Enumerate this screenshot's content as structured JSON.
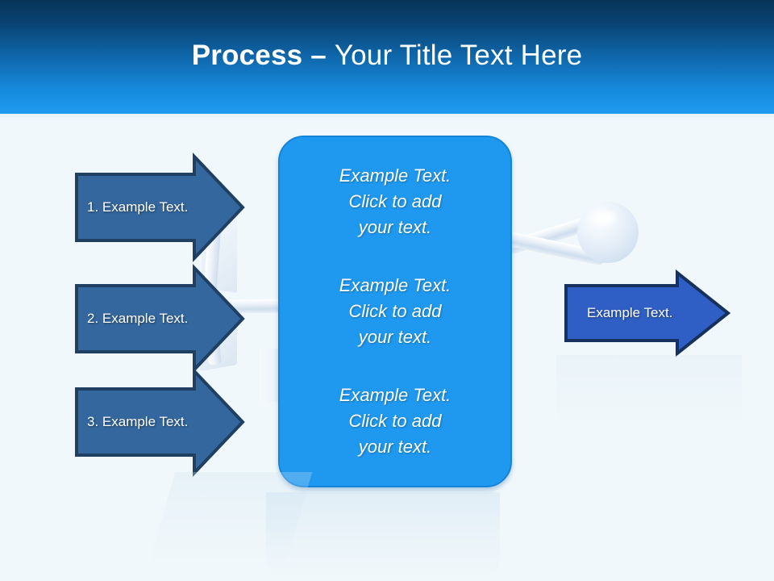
{
  "header": {
    "title_strong": "Process ",
    "title_separator": "– ",
    "title_light": "Your Title Text Here",
    "gradient_top": "#063358",
    "gradient_bottom": "#1d9bf0"
  },
  "colors": {
    "background": "#f1f8fb",
    "left_arrow_fill": "#34679e",
    "left_arrow_stroke": "#1f3f63",
    "right_arrow_fill": "#2f5fc4",
    "right_arrow_stroke": "#16315e",
    "panel_fill": "#1f99f0",
    "panel_stroke": "#1484d8",
    "sphere_fill": "#dce9f5",
    "text_on_shape": "#ffffff"
  },
  "inputs": {
    "items": [
      {
        "label": "1. Example Text.",
        "name": "input-arrow-1"
      },
      {
        "label": "2. Example Text.",
        "name": "input-arrow-2"
      },
      {
        "label": "3. Example Text.",
        "name": "input-arrow-3"
      }
    ]
  },
  "center_panel": {
    "blocks": [
      "Example Text.\nClick  to add\nyour text.",
      "Example Text.\nClick  to add\nyour text.",
      "Example Text.\nClick  to add\nyour text."
    ]
  },
  "output": {
    "label": "Example Text."
  },
  "decorations": {
    "sphere": "sphere-3d",
    "connector_rods": "pale-3d-rods"
  }
}
